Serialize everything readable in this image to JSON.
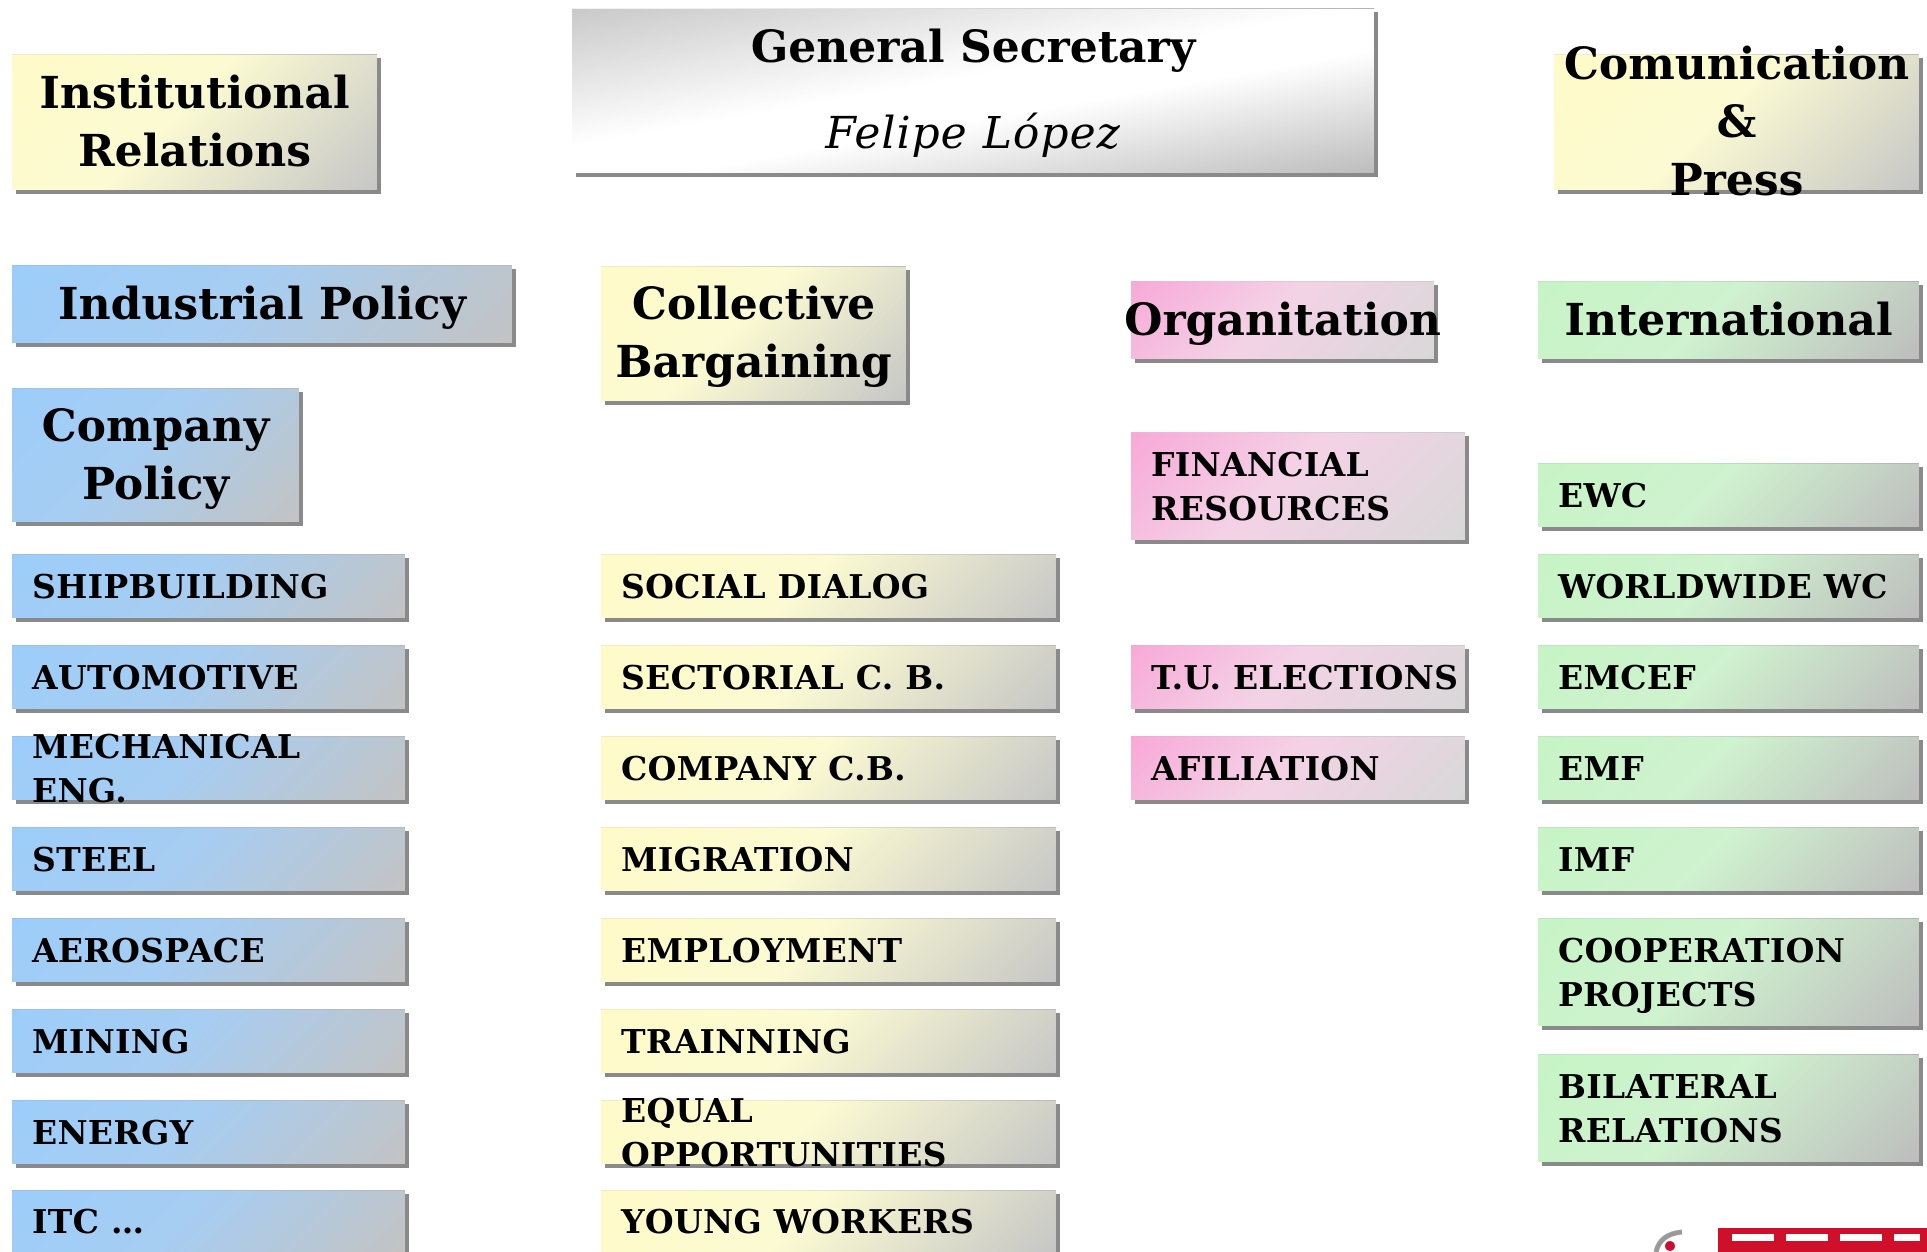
{
  "top": {
    "institutional_relations": [
      "Institutional",
      "Relations"
    ],
    "general_secretary": {
      "title": "General Secretary",
      "name": "Felipe López"
    },
    "communication_press": [
      "Comunication &",
      "Press"
    ]
  },
  "industrial": {
    "header": "Industrial Policy",
    "company_policy": [
      "Company",
      "Policy"
    ],
    "items": [
      "SHIPBUILDING",
      "AUTOMOTIVE",
      "MECHANICAL ENG.",
      "STEEL",
      "AEROSPACE",
      "MINING",
      "ENERGY",
      "ITC …"
    ]
  },
  "bargaining": {
    "header": [
      "Collective",
      "Bargaining"
    ],
    "items": [
      "SOCIAL DIALOG",
      "SECTORIAL C. B.",
      "COMPANY C.B.",
      "MIGRATION",
      "EMPLOYMENT",
      "TRAINNING",
      "EQUAL OPPORTUNITIES",
      "YOUNG WORKERS"
    ]
  },
  "organisation": {
    "header": "Organitation",
    "financial": [
      "FINANCIAL",
      "RESOURCES"
    ],
    "items": [
      "T.U. ELECTIONS",
      "AFILIATION"
    ]
  },
  "international": {
    "header": "International",
    "items": [
      "EWC",
      "WORLDWIDE WC",
      "EMCEF",
      "EMF",
      "IMF"
    ],
    "cooperation": [
      "COOPERATION",
      "PROJECTS"
    ],
    "bilateral": [
      "BILATERAL",
      "RELATIONS"
    ]
  },
  "colors": {
    "industrial": "#9ccdfa",
    "bargaining": "#fffac8",
    "organisation": "#f8a8d8",
    "international": "#c6f4c6"
  }
}
